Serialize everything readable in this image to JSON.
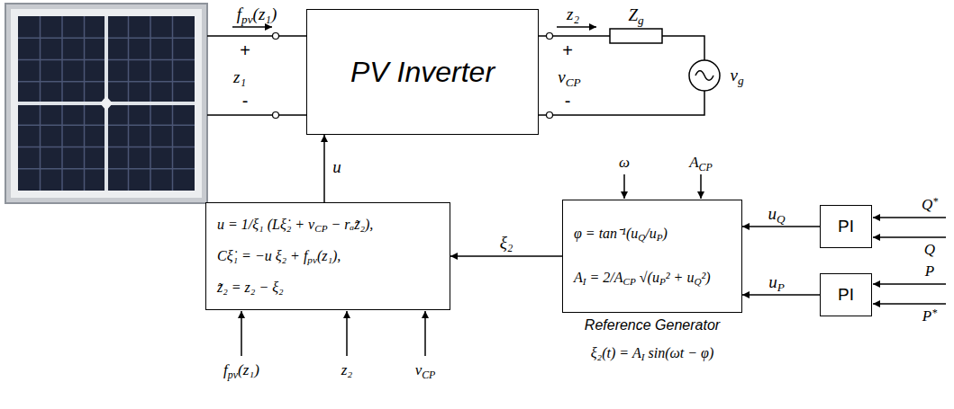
{
  "diagram": {
    "nodes": [
      {
        "text": [
          "PV Inverter"
        ]
      },
      {
        "text": [
          "u = 1/ξ₁ (Lξ̇₂ + vCP − rₐz̃₂),",
          "Cξ̇₁ = −u ξ₂ + fpv(z₁),",
          "z̃₂ = z₂ − ξ₂"
        ]
      },
      {
        "text": [
          "φ = tan⁻¹(uQ/uP)",
          "AI = 2/ACP √(uP² + uQ²)",
          "Reference Generator"
        ]
      },
      {
        "text": [
          "PI"
        ]
      },
      {
        "text": [
          "PI"
        ]
      }
    ],
    "edges": [
      {
        "from": 1,
        "to": 0,
        "arrow": "to",
        "label": "u"
      },
      {
        "from": 2,
        "to": 1,
        "arrow": "to",
        "label": "ξ₂"
      },
      {
        "from": 3,
        "to": 2,
        "arrow": "to",
        "label": "uQ"
      },
      {
        "from": 4,
        "to": 2,
        "arrow": "to",
        "label": "uP"
      }
    ],
    "labels": [
      "fpv(z₁)",
      "+",
      "z₁",
      "-",
      "z₂",
      "Zg",
      "+",
      "vCP",
      "-",
      "vg",
      "ω",
      "ACP",
      "ξ₂(t) = AI sin(ωt − φ)",
      "fpv(z₁)",
      "z₂",
      "vCP",
      "Q*",
      "Q",
      "P",
      "P*"
    ]
  }
}
